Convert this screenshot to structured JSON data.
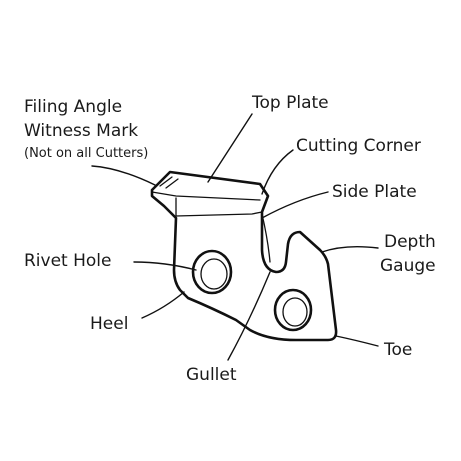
{
  "labels": {
    "filing_angle_line1": "Filing Angle",
    "filing_angle_line2": "Witness Mark",
    "filing_angle_note": "(Not on all Cutters)",
    "top_plate": "Top Plate",
    "cutting_corner": "Cutting Corner",
    "side_plate": "Side Plate",
    "depth_gauge_line1": "Depth",
    "depth_gauge_line2": "Gauge",
    "rivet_hole": "Rivet Hole",
    "heel": "Heel",
    "toe": "Toe",
    "gullet": "Gullet"
  },
  "colors": {
    "ink": "#111111",
    "background": "#ffffff"
  }
}
